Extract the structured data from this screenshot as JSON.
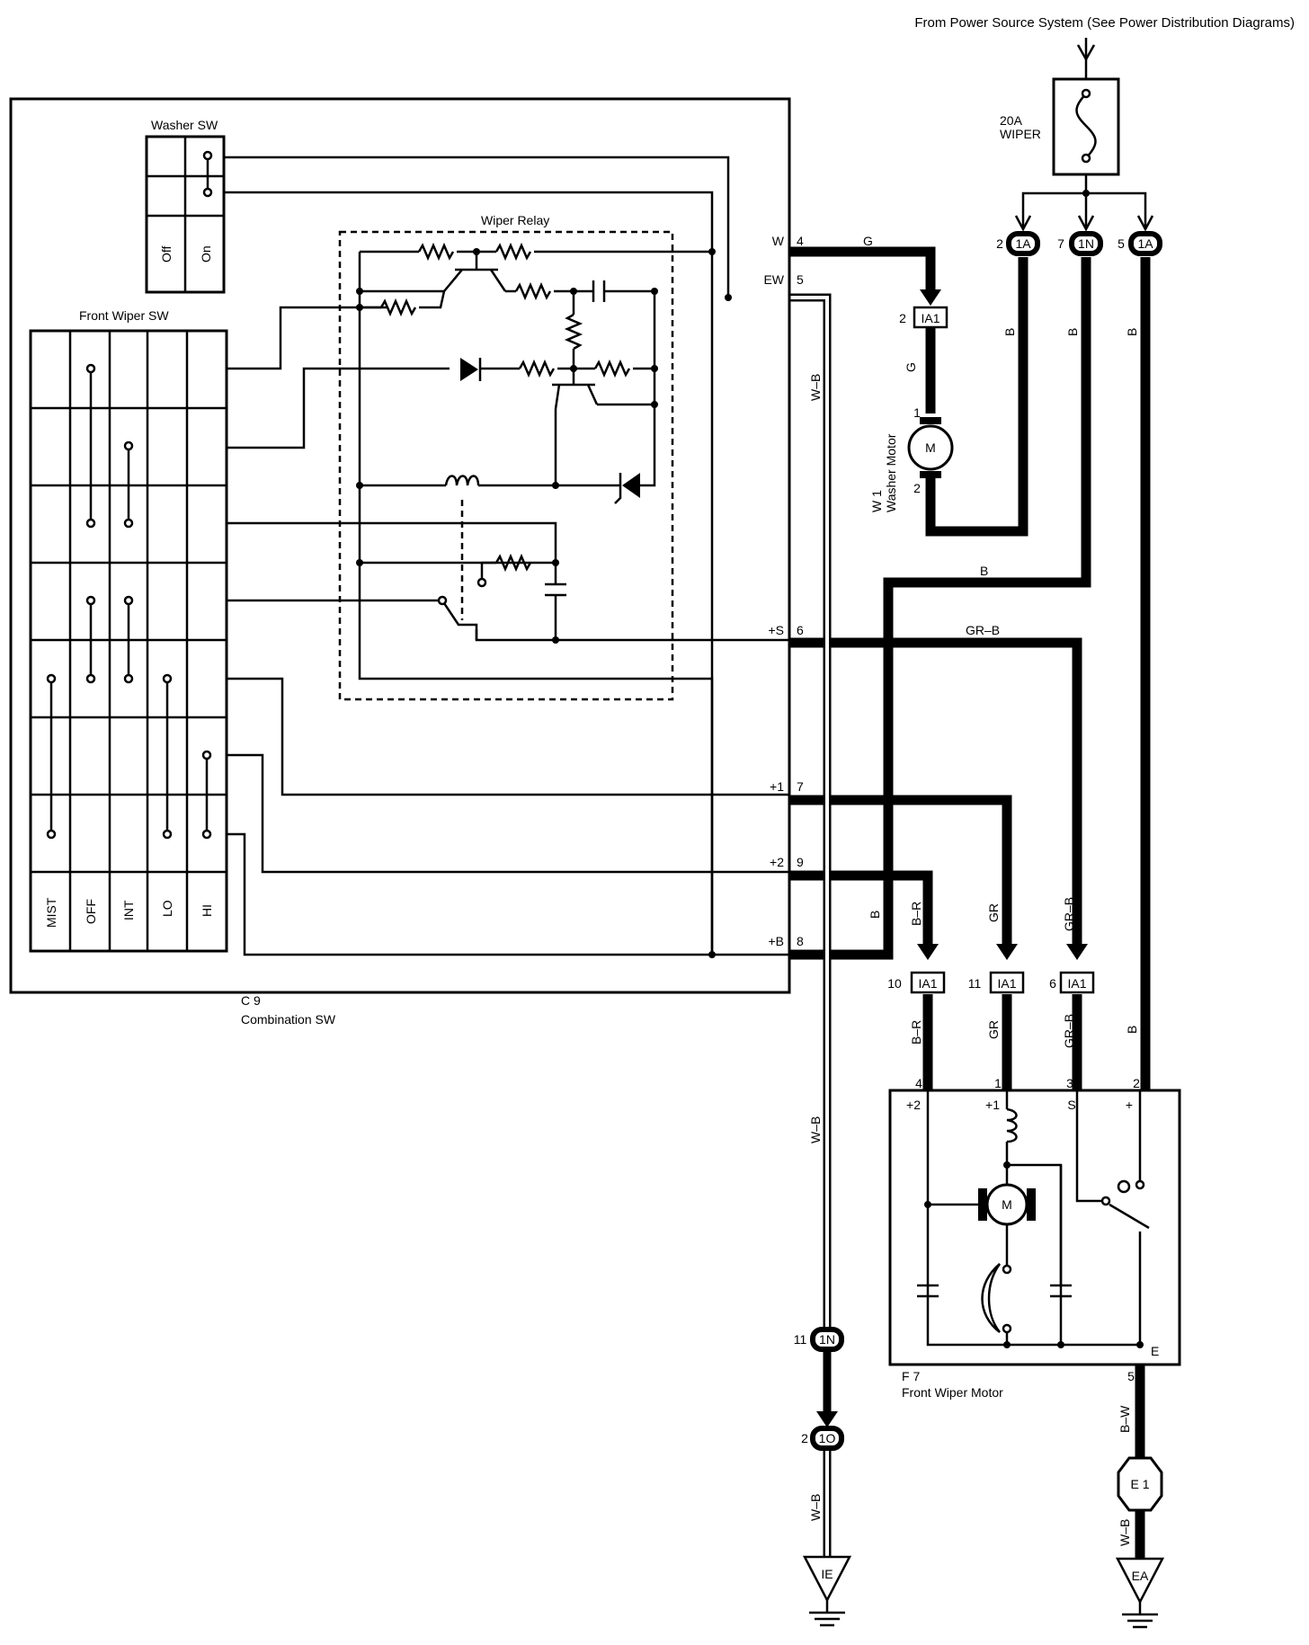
{
  "power_source": "From Power Source System (See Power Distribution Diagrams)",
  "fuse": {
    "rating": "20A",
    "name": "WIPER"
  },
  "components": {
    "washer_sw": "Washer SW",
    "washer_positions": [
      "Off",
      "On"
    ],
    "front_wiper_sw": "Front Wiper SW",
    "wiper_positions": [
      "MIST",
      "OFF",
      "INT",
      "LO",
      "HI"
    ],
    "wiper_relay": "Wiper Relay",
    "combination_sw_code": "C 9",
    "combination_sw_name": "Combination SW",
    "washer_motor_code": "W 1",
    "washer_motor_name": "Washer Motor",
    "front_wiper_motor_code": "F 7",
    "front_wiper_motor_name": "Front Wiper Motor",
    "motor_symbol": "M"
  },
  "switch_terminals": [
    {
      "name": "W",
      "pin": "4"
    },
    {
      "name": "EW",
      "pin": "5"
    },
    {
      "name": "+S",
      "pin": "6"
    },
    {
      "name": "+1",
      "pin": "7"
    },
    {
      "name": "+2",
      "pin": "9"
    },
    {
      "name": "+B",
      "pin": "8"
    }
  ],
  "connectors": {
    "c1a": "1A",
    "c1n": "1N",
    "c1o": "1O",
    "cia1": "IA1",
    "pins_1a": [
      "2",
      "5"
    ],
    "pin_1n_top": "7",
    "pin_1n_bottom": "11",
    "pin_1o": "2",
    "pin_ia1_washer": "2",
    "pins_ia1_bottom": [
      "10",
      "11",
      "6"
    ],
    "washer_motor_pins": [
      "1",
      "2"
    ]
  },
  "wiper_motor_pins": [
    {
      "name": "+2",
      "pin": "4"
    },
    {
      "name": "+1",
      "pin": "1"
    },
    {
      "name": "S",
      "pin": "3"
    },
    {
      "name": "+",
      "pin": "2"
    },
    {
      "name": "E",
      "pin": "5"
    }
  ],
  "wire_colors": {
    "g": "G",
    "b": "B",
    "wb": "W–B",
    "grb": "GR–B",
    "br": "B–R",
    "gr": "GR",
    "bw": "B–W"
  },
  "grounds": [
    "IE",
    "EA"
  ],
  "ground_junction": "E 1"
}
